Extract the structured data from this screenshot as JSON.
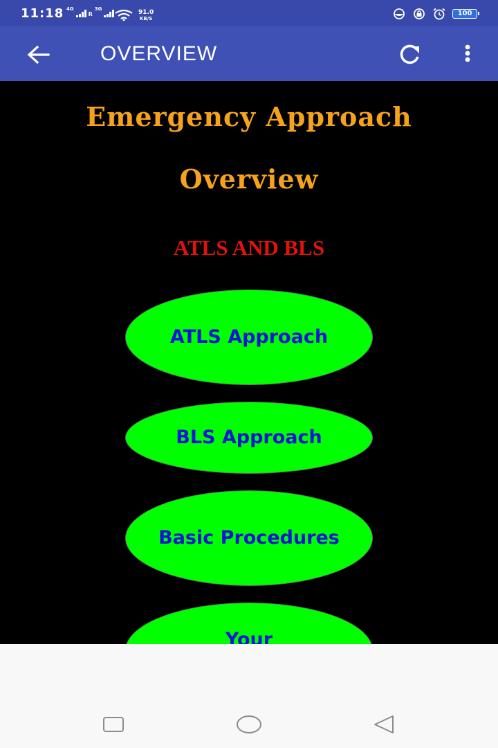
{
  "status_bar": {
    "time": "11:18",
    "network_1": "4G",
    "roaming": "R",
    "network_2": "3G",
    "speed_value": "91.0",
    "speed_unit": "KB/S",
    "battery_level": "100"
  },
  "app_bar": {
    "title": "OVERVIEW",
    "back_icon": "arrow-left-icon",
    "refresh_icon": "refresh-icon",
    "menu_icon": "more-vert-icon"
  },
  "content": {
    "heading_main": "Emergency Approach",
    "heading_sub": "Overview",
    "section_heading": "ATLS AND BLS",
    "buttons": [
      {
        "label": "ATLS Approach"
      },
      {
        "label": "BLS Approach"
      },
      {
        "label": "Basic Procedures"
      },
      {
        "label": "Your"
      }
    ]
  },
  "colors": {
    "status_bar": "#3949ab",
    "app_bar": "#3f51b5",
    "heading": "#f7a21b",
    "section_heading": "#e3120b",
    "button_bg": "#00ff00",
    "button_text": "#1414d6",
    "background": "#000000"
  },
  "nav_bar": {
    "recent_icon": "square-icon",
    "home_icon": "circle-icon",
    "back_icon": "triangle-back-icon"
  }
}
